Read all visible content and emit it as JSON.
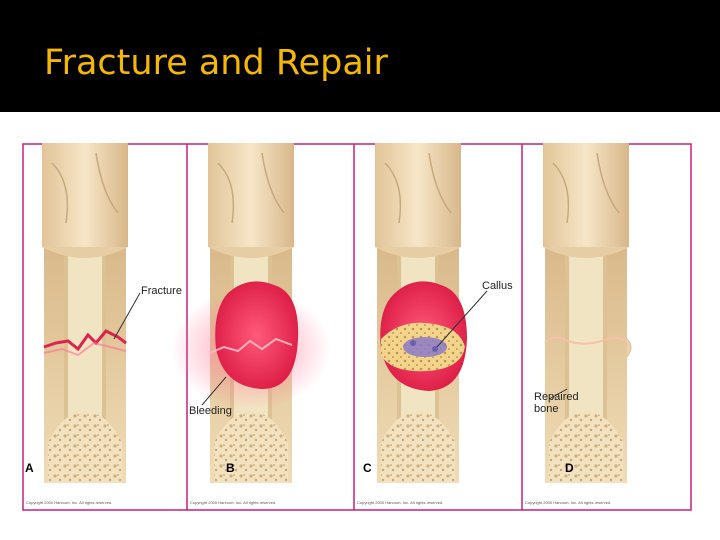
{
  "slide": {
    "title": "Fracture and Repair"
  },
  "colors": {
    "title_text": "#f5b800",
    "title_bar": "#000000",
    "frame_border": "#c8207a",
    "bone": "#e9d2ac",
    "marrow": "#f1e4c2",
    "blood": "#e0234e",
    "callus": "#8a7ac8"
  },
  "figure": {
    "panels": [
      {
        "letter": "A",
        "callout": "Fracture",
        "credit": "Copyright 2000 Harcourt, Inc. All rights reserved."
      },
      {
        "letter": "B",
        "callout": "Bleeding",
        "credit": "Copyright 2000 Harcourt, Inc. All rights reserved."
      },
      {
        "letter": "C",
        "callout": "Callus",
        "credit": "Copyright 2000 Harcourt, Inc. All rights reserved."
      },
      {
        "letter": "D",
        "callout": "Repaired bone",
        "credit": "Copyright 2000 Harcourt, Inc. All rights reserved."
      }
    ]
  }
}
